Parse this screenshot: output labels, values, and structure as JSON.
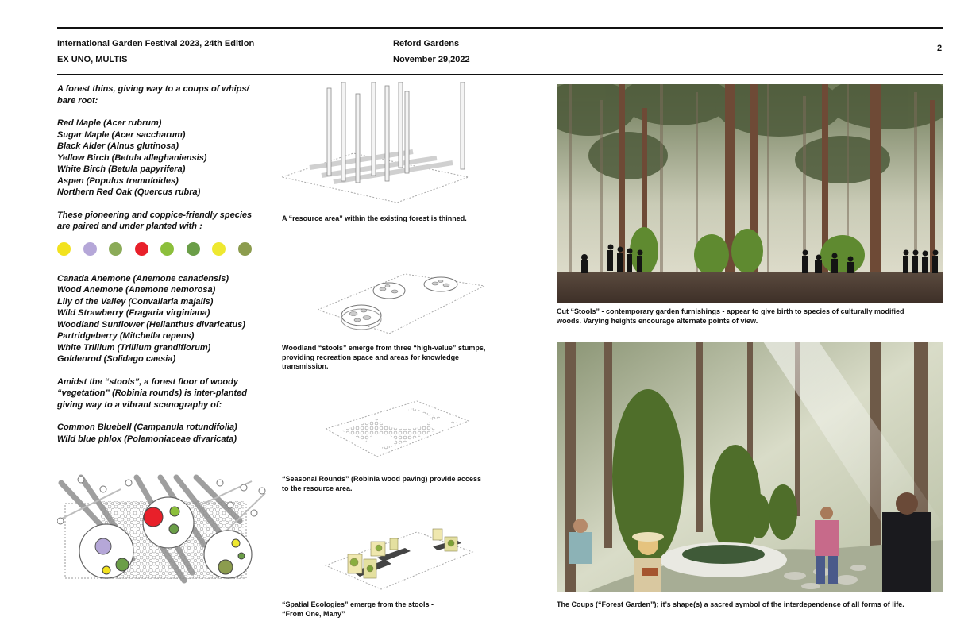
{
  "header": {
    "festival": "International Garden Festival 2023, 24th Edition",
    "motto": "EX UNO, MULTIS",
    "venue": "Reford Gardens",
    "date": "November 29,2022",
    "page_number": "2"
  },
  "left_column": {
    "intro": [
      "A forest thins, giving way to a coups of whips/",
      "bare root:"
    ],
    "trees": [
      "Red Maple (Acer rubrum)",
      "Sugar Maple (Acer saccharum)",
      "Black Alder (Alnus glutinosa)",
      "Yellow Birch (Betula alleghaniensis)",
      "White Birch (Betula papyrifera)",
      "Aspen (Populus tremuloides)",
      "Northern Red Oak (Quercus rubra)"
    ],
    "pairing_note": [
      "These pioneering and coppice-friendly species",
      "are paired and under planted with :"
    ],
    "swatches": [
      "#f2e21e",
      "#b5a7d8",
      "#8bab58",
      "#e8202a",
      "#8cbf3c",
      "#6b9e48",
      "#eee830",
      "#8c9c4e"
    ],
    "understory": [
      "Canada Anemone (Anemone canadensis)",
      "Wood Anemone (Anemone nemorosa)",
      "Lily of the Valley (Convallaria majalis)",
      "Wild Strawberry (Fragaria virginiana)",
      "Woodland Sunflower (Helianthus divaricatus)",
      "Partridgeberry (Mitchella repens)",
      "White Trillium (Trillium grandiflorum)",
      "Goldenrod (Solidago caesia)"
    ],
    "floor_note": [
      "Amidst the “stools”, a forest floor of woody",
      "“vegetation” (Robinia rounds) is inter-planted",
      "giving way to a vibrant scenography of:"
    ],
    "flowers": [
      "Common Bluebell (Campanula rotundifolia)",
      "Wild blue phlox (Polemoniaceae divaricata)"
    ]
  },
  "diagram_captions": {
    "resource_area": [
      "A “resource area” within the existing forest is thinned."
    ],
    "stools": [
      "Woodland “stools” emerge from three “high-value” stumps,",
      "providing recreation space and areas for knowledge",
      "transmission."
    ],
    "rounds": [
      "“Seasonal Rounds” (Robinia wood paving) provide access",
      "to the resource area."
    ],
    "ecologies": [
      "“Spatial Ecologies” emerge from the stools -",
      "“From One, Many”"
    ]
  },
  "photo_captions": {
    "stools": [
      "Cut “Stools” - contemporary garden furnishings - appear to give birth to species of culturally modified",
      "woods. Varying heights encourage alternate points of view."
    ],
    "coups": [
      "The Coups (“Forest Garden”); it’s shape(s) a sacred symbol of the interdependence of all forms of life."
    ]
  }
}
